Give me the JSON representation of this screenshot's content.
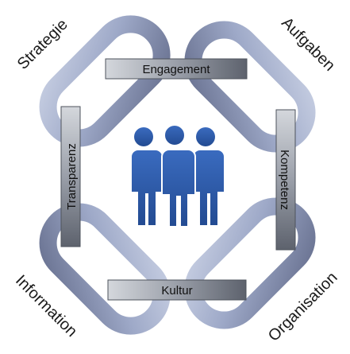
{
  "diagram": {
    "corner_labels": {
      "top_left": "Strategie",
      "top_right": "Aufgaben",
      "bottom_left": "Information",
      "bottom_right": "Organisation"
    },
    "connectors": {
      "top": "Engagement",
      "right": "Kompetenz",
      "bottom": "Kultur",
      "left": "Transparenz"
    },
    "center_icon": "group-of-people-icon",
    "colors": {
      "link_light": "#a9b4d1",
      "link_dark": "#6b7595",
      "connector_light": "#9aa0aa",
      "connector_dark": "#5a5f6a",
      "people": "#2f5aa6"
    }
  }
}
